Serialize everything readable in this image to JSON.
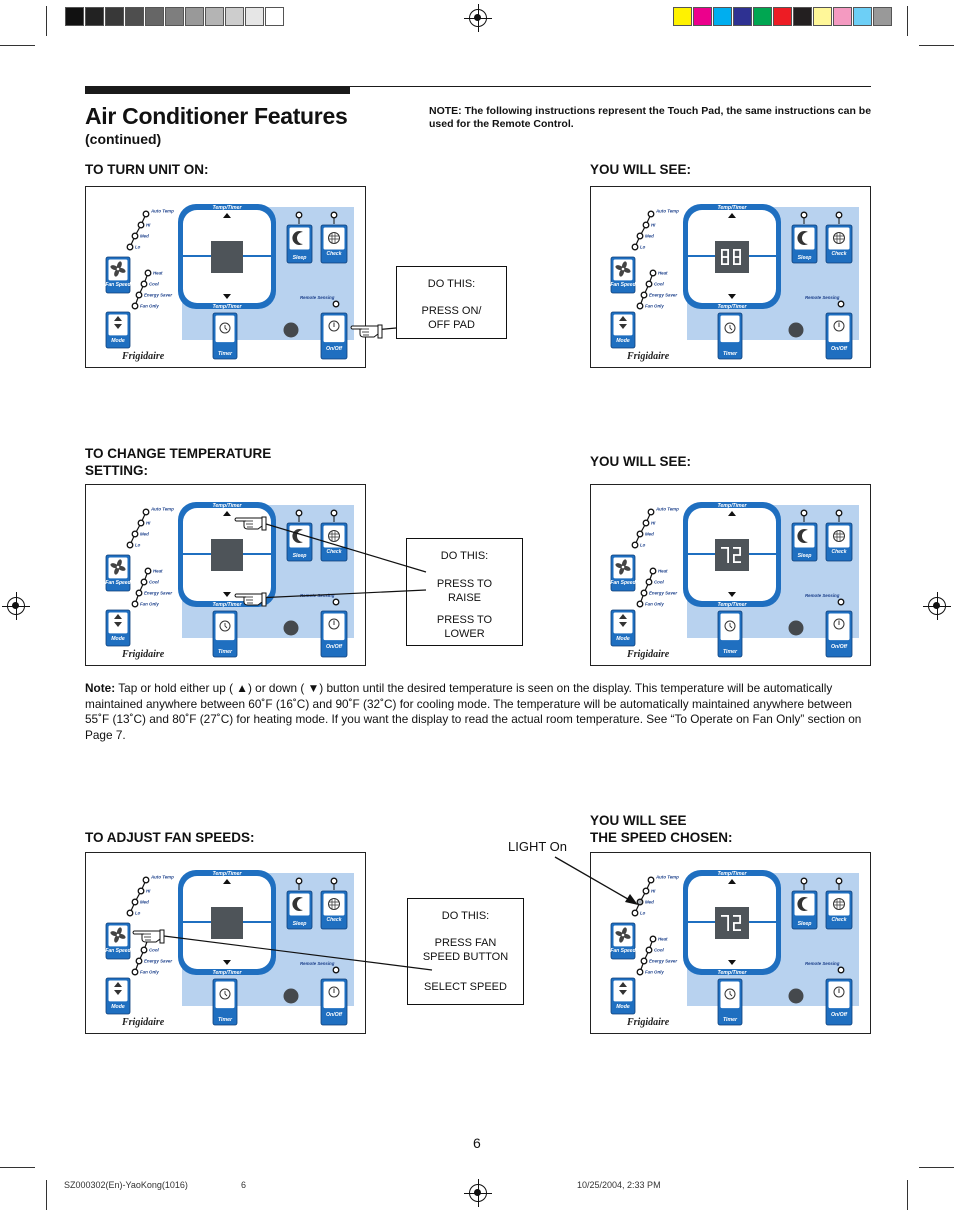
{
  "header": {
    "title": "Air Conditioner Features",
    "subtitle": "(continued)",
    "note": "NOTE: The following instructions represent the Touch Pad, the same instructions can be used for the Remote Control."
  },
  "panel_labels": {
    "temp_timer": "Temp/Timer",
    "auto_temp": "Auto Temp",
    "hi": "Hi",
    "med": "Med",
    "lo": "Lo",
    "heat": "Heat",
    "cool": "Cool",
    "energy_saver": "Energy Saver",
    "fan_only": "Fan Only",
    "fan_speed": "Fan Speed",
    "mode": "Mode",
    "sleep": "Sleep",
    "check_filter": "Check Filter",
    "remote_sensing": "Remote Sensing",
    "timer": "Timer",
    "on_off": "On/Off",
    "brand": "Frigidaire"
  },
  "section1": {
    "heading": "TO TURN UNIT ON:",
    "see_heading": "YOU WILL SEE:",
    "do_title": "DO THIS:",
    "do_text": "PRESS ON/ OFF PAD",
    "display_value": "88"
  },
  "section2": {
    "heading": "TO CHANGE TEMPERATURE SETTING:",
    "see_heading": "YOU WILL SEE:",
    "do_title": "DO THIS:",
    "do_text1": "PRESS TO RAISE",
    "do_text2": "PRESS TO LOWER",
    "display_value": "72"
  },
  "note": {
    "label": "Note:",
    "text": "Tap or hold either up ( ▲) or down ( ▼) button until the desired temperature is seen on the display. This temperature will be automatically maintained anywhere between 60˚F (16˚C) and 90˚F (32˚C) for cooling mode. The temperature will be automatically maintained anywhere between 55˚F (13˚C) and 80˚F (27˚C) for heating mode. If you want the display to read the actual room temperature. See “To Operate on Fan Only” section on Page 7."
  },
  "section3": {
    "heading": "TO ADJUST FAN SPEEDS:",
    "see_heading_1": "YOU WILL SEE",
    "see_heading_2": "THE SPEED CHOSEN:",
    "light_label": "LIGHT On",
    "do_title": "DO THIS:",
    "do_text1": "PRESS FAN SPEED BUTTON",
    "do_text2": "SELECT SPEED",
    "display_value": "72"
  },
  "page_number": "6",
  "footer": {
    "file": "SZ000302(En)-YaoKong(1016)",
    "page": "6",
    "timestamp": "10/25/2004, 2:33 PM"
  },
  "colors": {
    "panel_blue": "#1f6fc0",
    "panel_light": "#b8d2ef",
    "display_dark": "#4e5459",
    "rule": "#1a1a1a"
  }
}
